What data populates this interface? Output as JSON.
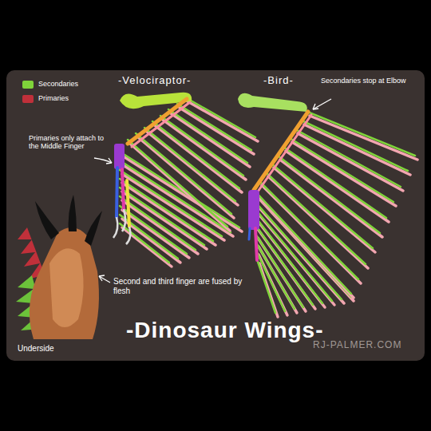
{
  "diagram": {
    "title": "-Dinosaur Wings-",
    "labels": [
      "-Velociraptor-",
      "-Bird-",
      "Secondaries stop at Elbow",
      "Primaries only attach to the Middle Finger",
      "Second and third finger are fused by flesh",
      "Underside",
      "RJ-PALMER.COM"
    ],
    "legend": [
      {
        "text": "Secondaries",
        "color": "#7fd43a"
      },
      {
        "text": "Primaries",
        "color": "#c0303a"
      }
    ]
  }
}
